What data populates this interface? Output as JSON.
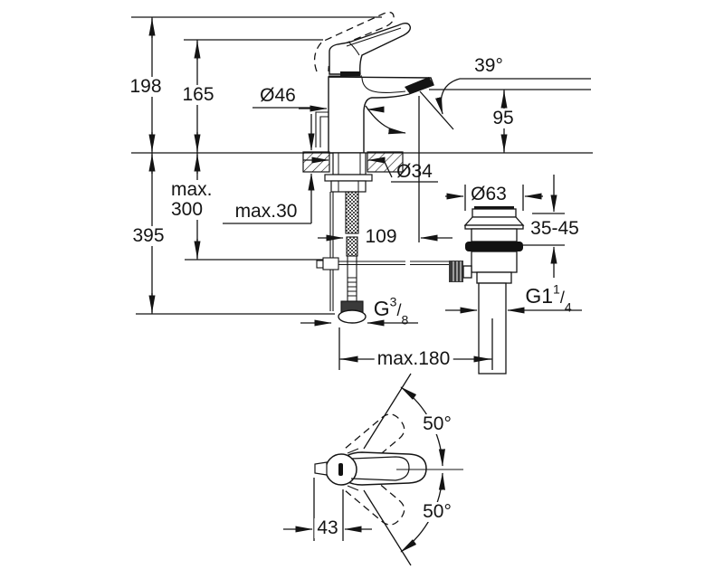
{
  "drawing": {
    "description": "faucet-technical-dimension-drawing",
    "colors": {
      "line": "#141414",
      "background": "#ffffff",
      "gasket": "#111111"
    },
    "dimensions": {
      "d198": "198",
      "d165": "165",
      "d46": "Ø46",
      "d39": "39°",
      "d95": "95",
      "d34": "Ø34",
      "max300_line1": "max.",
      "max300_line2": "300",
      "max30": "max.30",
      "d395": "395",
      "d109": "109",
      "d63": "Ø63",
      "d3545": "35-45",
      "g38": {
        "base": "G",
        "sup": "3",
        "slash": "/",
        "sub": "8"
      },
      "g114": {
        "base": "G1",
        "sup": "1",
        "slash": "/",
        "sub": "4"
      },
      "max180": "max.180",
      "d50_top": "50°",
      "d50_bottom": "50°",
      "d43": "43"
    }
  }
}
